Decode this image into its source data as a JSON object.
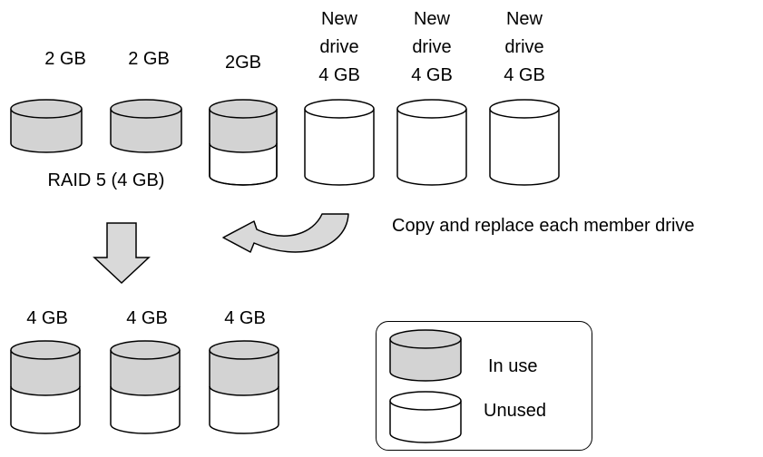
{
  "top_drives": [
    {
      "capacity": "2 GB",
      "fill": "full"
    },
    {
      "capacity": "2 GB",
      "fill": "full"
    },
    {
      "capacity": "2GB",
      "fill": "half"
    },
    {
      "line1": "New",
      "line2": "drive",
      "capacity": "4 GB",
      "fill": "empty"
    },
    {
      "line1": "New",
      "line2": "drive",
      "capacity": "4 GB",
      "fill": "empty"
    },
    {
      "line1": "New",
      "line2": "drive",
      "capacity": "4 GB",
      "fill": "empty"
    }
  ],
  "raid_label": "RAID 5 (4 GB)",
  "copy_label": "Copy and replace each member drive",
  "bottom_drives": [
    {
      "capacity": "4 GB",
      "fill": "half"
    },
    {
      "capacity": "4 GB",
      "fill": "half"
    },
    {
      "capacity": "4 GB",
      "fill": "half"
    }
  ],
  "legend": {
    "in_use": "In use",
    "unused": "Unused"
  },
  "colors": {
    "in_use_fill": "#d3d3d3",
    "unused_fill": "#ffffff",
    "stroke": "#000000",
    "arrow_fill": "#d9d9d9"
  }
}
